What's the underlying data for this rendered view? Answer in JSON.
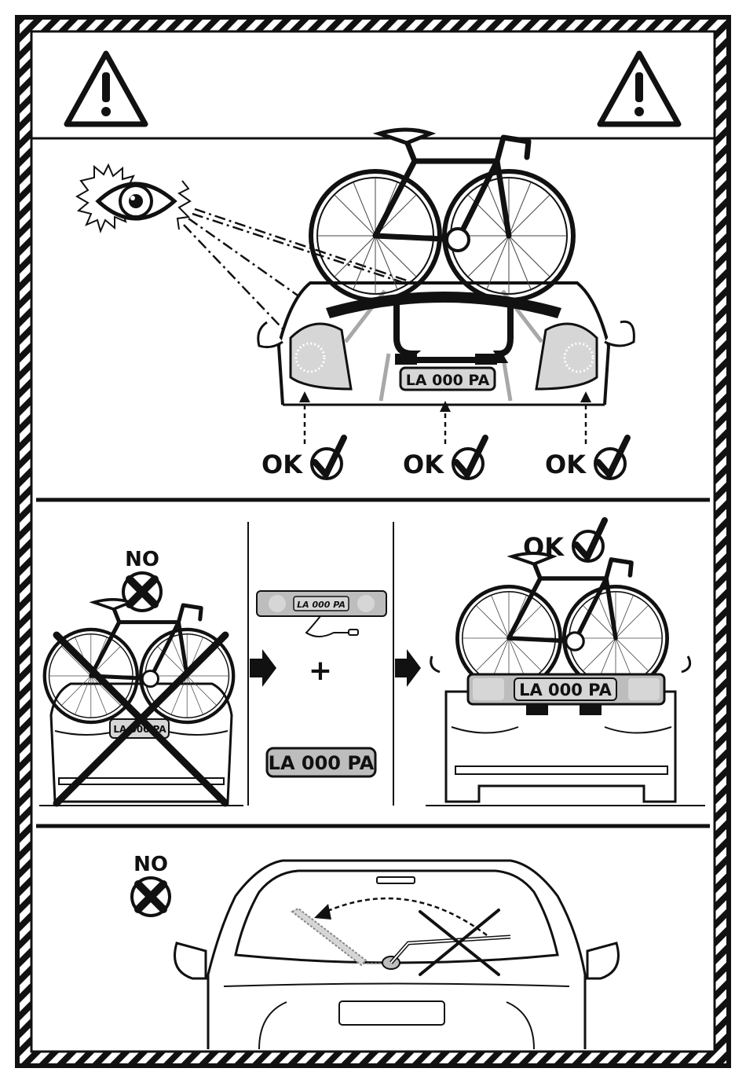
{
  "panels": {
    "visibility": {
      "plate_text": "LA 000 PA",
      "ok_labels": [
        "OK",
        "OK",
        "OK"
      ]
    },
    "light_board": {
      "no_label": "NO",
      "board_plate_text": "LA 000 PA",
      "plus_sign": "+",
      "spare_plate_text": "LA 000 PA",
      "ok_label": "OK",
      "result_plate_text": "LA 000 PA",
      "crossed_plate_text": "LA 000 PA"
    },
    "rear_wiper": {
      "no_label": "NO"
    }
  },
  "icons": [
    "warning-icon",
    "eye-icon",
    "check-icon",
    "cross-icon",
    "arrow-right-icon",
    "bicycle-icon",
    "car-rear-icon",
    "light-board-icon",
    "wiper-icon"
  ],
  "colors": {
    "ink": "#111111",
    "light_gray": "#d6d6d6",
    "mid_gray": "#a8a8a8"
  }
}
